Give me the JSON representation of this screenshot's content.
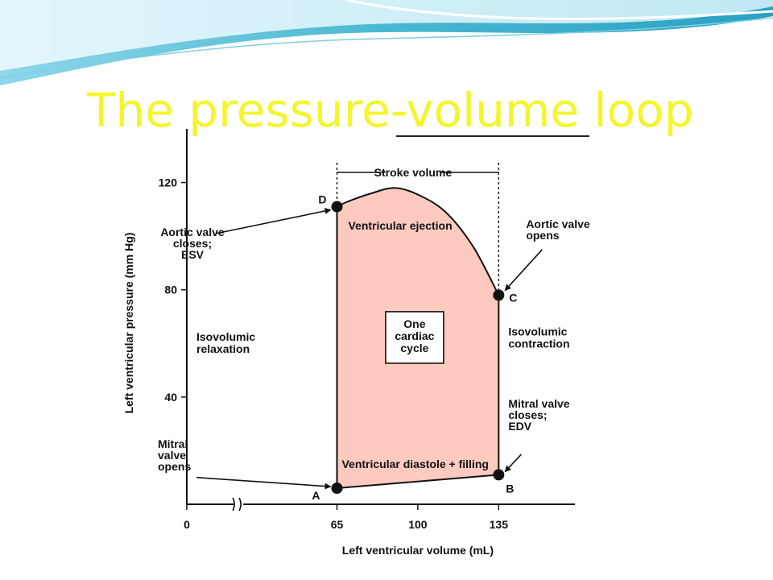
{
  "slide": {
    "title": "The pressure-volume loop"
  },
  "colors": {
    "title": "#f3f52d",
    "loop_fill": "#fdcac0",
    "header_teal": "#49b9d2",
    "header_light": "#c7ecf6"
  },
  "chart_data": {
    "type": "line",
    "xlabel": "Left ventricular volume (mL)",
    "ylabel": "Left ventricular pressure (mm Hg)",
    "x_ticks": [
      0,
      65,
      100,
      135
    ],
    "x_tick_labels": [
      "0",
      "65",
      "100",
      "135"
    ],
    "y_ticks": [
      40,
      80,
      120
    ],
    "y_tick_labels": [
      "40",
      "80",
      "120"
    ],
    "xlim": [
      0,
      168
    ],
    "ylim": [
      0,
      140
    ],
    "x_axis_break": true,
    "grid": false,
    "series": [
      {
        "type": "area",
        "points": [
          {
            "x": 65,
            "y": 6
          },
          {
            "x": 135,
            "y": 11
          },
          {
            "x": 135,
            "y": 78
          },
          {
            "x": 124,
            "y": 96
          },
          {
            "x": 112,
            "y": 109
          },
          {
            "x": 100,
            "y": 115.5
          },
          {
            "x": 90,
            "y": 118
          },
          {
            "x": 80,
            "y": 116
          },
          {
            "x": 70,
            "y": 113
          },
          {
            "x": 65,
            "y": 111
          },
          {
            "x": 65,
            "y": 6
          }
        ]
      }
    ],
    "points": [
      {
        "label": "A",
        "x": 65,
        "y": 6
      },
      {
        "label": "B",
        "x": 135,
        "y": 11
      },
      {
        "label": "C",
        "x": 135,
        "y": 78
      },
      {
        "label": "D",
        "x": 65,
        "y": 111
      }
    ],
    "stroke_volume": {
      "label": "Stroke volume",
      "from": 65,
      "to": 135
    },
    "annotations": {
      "ventricular_ejection": "Ventricular ejection",
      "ventricular_diastole": "Ventricular diastole + filling",
      "center_box": [
        "One",
        "cardiac",
        "cycle"
      ],
      "isovolumic_relaxation": [
        "Isovolumic",
        "relaxation"
      ],
      "isovolumic_contraction": [
        "Isovolumic",
        "contraction"
      ],
      "aortic_closes": [
        "Aortic valve",
        "closes;",
        "ESV"
      ],
      "aortic_opens": [
        "Aortic valve",
        "opens"
      ],
      "mitral_opens": [
        "Mitral",
        "valve",
        "opens"
      ],
      "mitral_closes": [
        "Mitral valve",
        "closes;",
        "EDV"
      ]
    }
  }
}
